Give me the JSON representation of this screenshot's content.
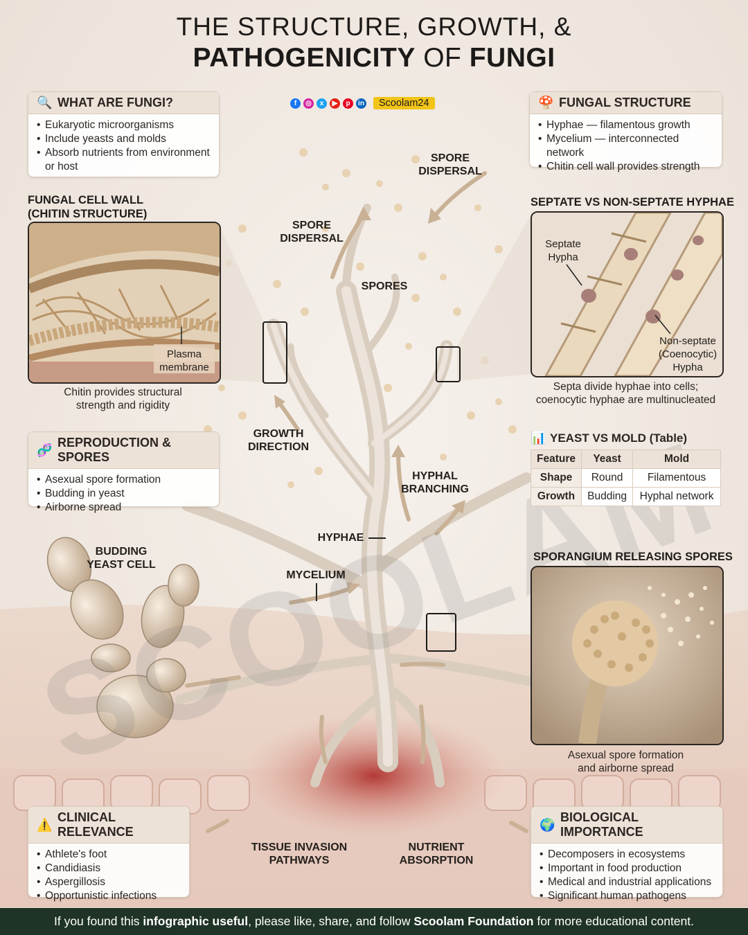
{
  "title": {
    "line1": "THE STRUCTURE, GROWTH, &",
    "line2_bold_a": "PATHOGENICITY",
    "line2_mid": " OF ",
    "line2_bold_b": "FUNGI"
  },
  "brand": {
    "name": "Scoolam24",
    "socials": [
      "facebook-icon",
      "instagram-icon",
      "x-icon",
      "youtube-icon",
      "pinterest-icon",
      "linkedin-icon"
    ]
  },
  "what_are_fungi": {
    "heading": "WHAT ARE FUNGI?",
    "icon": "magnifier-icon",
    "items": [
      "Eukaryotic microorganisms",
      "Include yeasts and molds",
      "Absorb nutrients from environment or host"
    ]
  },
  "fungal_structure": {
    "heading": "FUNGAL STRUCTURE",
    "icon": "mushroom-icon",
    "items": [
      "Hyphae — filamentous growth",
      "Mycelium — interconnected network",
      "Chitin cell wall provides strength"
    ]
  },
  "cell_wall": {
    "title_line1": "FUNGAL CELL WALL",
    "title_line2": "(CHITIN STRUCTURE)",
    "label_line1": "Plasma",
    "label_line2": "membrane",
    "caption_line1": "Chitin provides structural",
    "caption_line2": "strength and rigidity"
  },
  "septate": {
    "title": "SEPTATE VS NON-SEPTATE HYPHAE",
    "label_a_line1": "Septate",
    "label_a_line2": "Hypha",
    "label_b_line1": "Non-septate",
    "label_b_line2": "(Coenocytic)",
    "label_b_line3": "Hypha",
    "caption_line1": "Septa divide hyphae into cells;",
    "caption_line2": "coenocytic hyphae are multinucleated"
  },
  "reproduction": {
    "heading": "REPRODUCTION & SPORES",
    "icon": "dna-icon",
    "items": [
      "Asexual spore formation",
      "Budding in yeast",
      "Airborne spread"
    ]
  },
  "yeast_mold": {
    "heading": "YEAST VS MOLD (Table)",
    "icon": "bar-chart-icon",
    "headers": [
      "Feature",
      "Yeast",
      "Mold"
    ],
    "rows": [
      [
        "Shape",
        "Round",
        "Filamentous"
      ],
      [
        "Growth",
        "Budding",
        "Hyphal network"
      ]
    ]
  },
  "sporangium": {
    "title": "SPORANGIUM RELEASING SPORES",
    "caption_line1": "Asexual spore formation",
    "caption_line2": "and airborne spread"
  },
  "diagram_labels": {
    "spore_dispersal_top_1": "SPORE",
    "spore_dispersal_top_2": "DISPERSAL",
    "spore_dispersal_left_1": "SPORE",
    "spore_dispersal_left_2": "DISPERSAL",
    "spores": "SPORES",
    "growth_dir_1": "GROWTH",
    "growth_dir_2": "DIRECTION",
    "hyphal_branch_1": "HYPHAL",
    "hyphal_branch_2": "BRANCHING",
    "hyphae": "HYPHAE",
    "mycelium": "MYCELIUM",
    "budding_1": "BUDDING",
    "budding_2": "YEAST CELL",
    "tissue_1": "TISSUE INVASION",
    "tissue_2": "PATHWAYS",
    "nutrient_1": "NUTRIENT",
    "nutrient_2": "ABSORPTION"
  },
  "clinical": {
    "heading": "CLINICAL RELEVANCE",
    "icon": "warning-icon",
    "items": [
      "Athlete's foot",
      "Candidiasis",
      "Aspergillosis",
      "Opportunistic infections"
    ]
  },
  "biological": {
    "heading": "BIOLOGICAL IMPORTANCE",
    "icon": "globe-icon",
    "items": [
      "Decomposers in ecosystems",
      "Important in food production",
      "Medical and industrial applications",
      "Significant human pathogens"
    ]
  },
  "watermark": "SCOOLAM",
  "footer": {
    "pre": "If you found this ",
    "bold1": "infographic useful",
    "mid": ", please like, share, and follow ",
    "bold2": "Scoolam Foundation",
    "post": " for more educational content."
  }
}
